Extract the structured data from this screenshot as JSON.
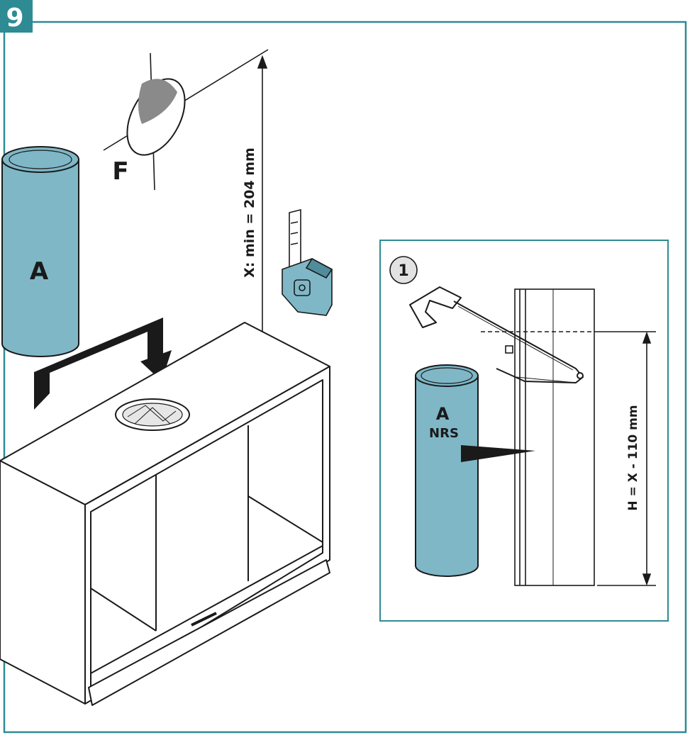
{
  "step": {
    "number": "9"
  },
  "labels": {
    "flue_hole": "F",
    "pipe_main": "A",
    "dimension_x": "X: min = 204 mm"
  },
  "inset": {
    "number": "1",
    "pipe_label": "A",
    "pipe_sublabel": "NRS",
    "dimension_h": "H = X - 110 mm"
  },
  "colors": {
    "frame": "#2e8b93",
    "badge": "#2e8b93",
    "pipe_fill": "#7fb7c7",
    "line": "#1a1a1a"
  }
}
